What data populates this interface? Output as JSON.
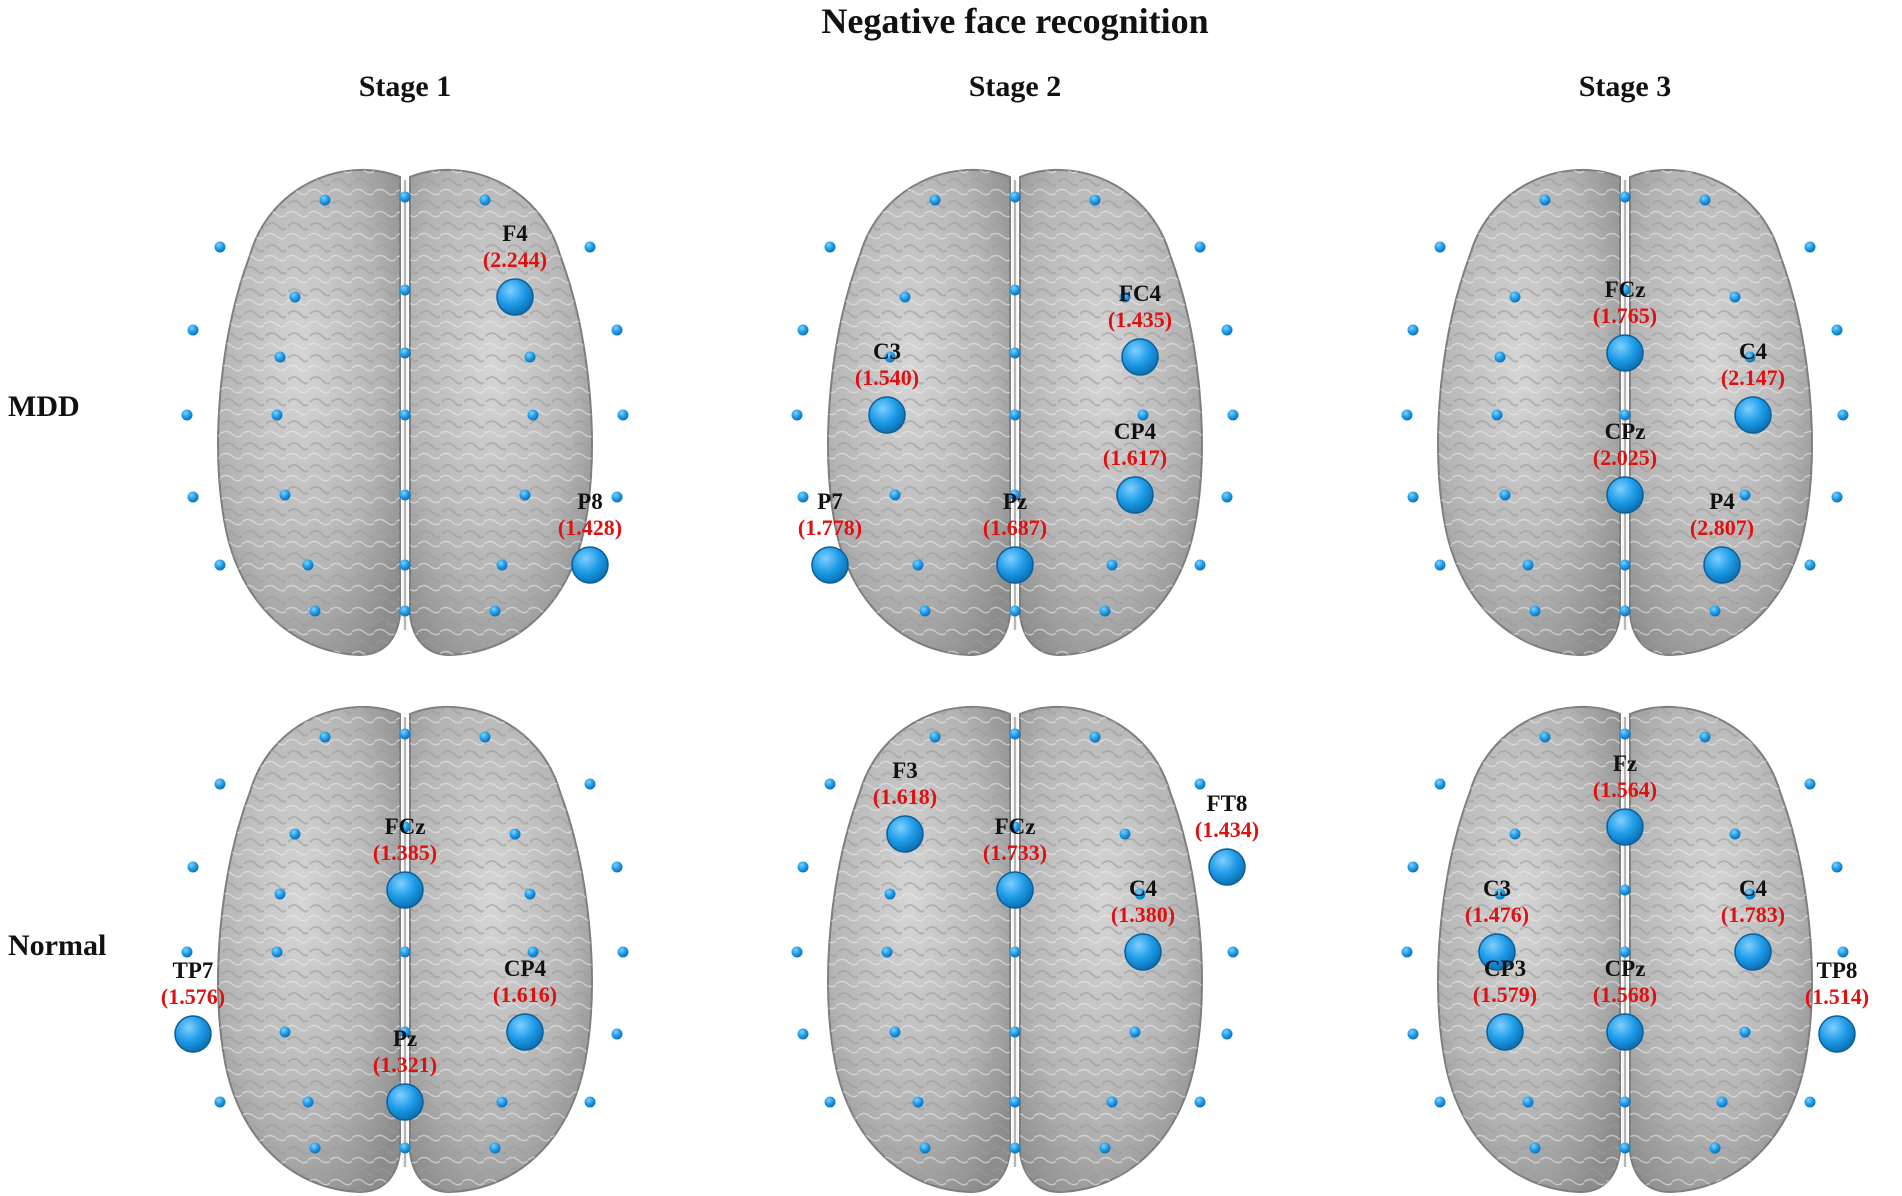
{
  "figure": {
    "title": "Negative face recognition",
    "columns": [
      "Stage 1",
      "Stage 2",
      "Stage 3"
    ],
    "rows": [
      "MDD",
      "Normal"
    ]
  },
  "colors": {
    "electrode": "#1e9be8",
    "electrode_dark": "#0a6fb0",
    "value_text": "#e01010",
    "label_text": "#111111",
    "brain": "#b9b9b9"
  },
  "panels": [
    {
      "row": "MDD",
      "stage": "Stage 1",
      "highlights": [
        {
          "electrode": "F4",
          "value": "(2.244)"
        },
        {
          "electrode": "P8",
          "value": "(1.428)"
        }
      ]
    },
    {
      "row": "MDD",
      "stage": "Stage 2",
      "highlights": [
        {
          "electrode": "FC4",
          "value": "(1.435)"
        },
        {
          "electrode": "C3",
          "value": "(1.540)"
        },
        {
          "electrode": "CP4",
          "value": "(1.617)"
        },
        {
          "electrode": "P7",
          "value": "(1.778)"
        },
        {
          "electrode": "Pz",
          "value": "(1.687)"
        }
      ]
    },
    {
      "row": "MDD",
      "stage": "Stage 3",
      "highlights": [
        {
          "electrode": "FCz",
          "value": "(1.765)"
        },
        {
          "electrode": "C4",
          "value": "(2.147)"
        },
        {
          "electrode": "CPz",
          "value": "(2.025)"
        },
        {
          "electrode": "P4",
          "value": "(2.807)"
        }
      ]
    },
    {
      "row": "Normal",
      "stage": "Stage 1",
      "highlights": [
        {
          "electrode": "FCz",
          "value": "(1.385)"
        },
        {
          "electrode": "TP7",
          "value": "(1.576)"
        },
        {
          "electrode": "CP4",
          "value": "(1.616)"
        },
        {
          "electrode": "Pz",
          "value": "(1.321)"
        }
      ]
    },
    {
      "row": "Normal",
      "stage": "Stage 2",
      "highlights": [
        {
          "electrode": "F3",
          "value": "(1.618)"
        },
        {
          "electrode": "FCz",
          "value": "(1.733)"
        },
        {
          "electrode": "FT8",
          "value": "(1.434)"
        },
        {
          "electrode": "C4",
          "value": "(1.380)"
        }
      ]
    },
    {
      "row": "Normal",
      "stage": "Stage 3",
      "highlights": [
        {
          "electrode": "Fz",
          "value": "(1.564)"
        },
        {
          "electrode": "C3",
          "value": "(1.476)"
        },
        {
          "electrode": "C4",
          "value": "(1.783)"
        },
        {
          "electrode": "CP3",
          "value": "(1.579)"
        },
        {
          "electrode": "CPz",
          "value": "(1.568)"
        },
        {
          "electrode": "TP8",
          "value": "(1.514)"
        }
      ]
    }
  ]
}
